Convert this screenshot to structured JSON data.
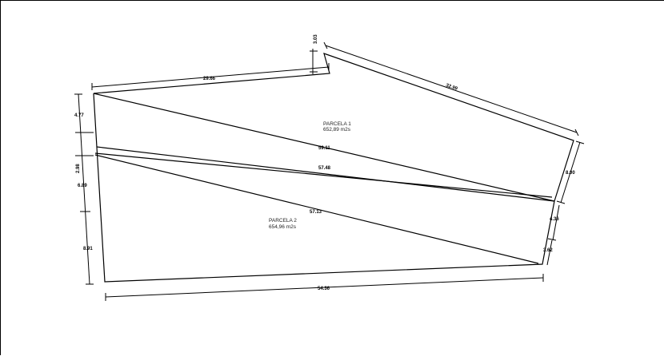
{
  "parcels": [
    {
      "name": "PARCELA 1",
      "area": "652,89 m2s"
    },
    {
      "name": "PARCELA 2",
      "area": "654,96 m2s"
    }
  ],
  "dimensions": {
    "top_left": "29.66",
    "notch": "3.03",
    "top_right": "32.99",
    "right_upper": "8.00",
    "right_middle": "4.36",
    "right_lower": "3.62",
    "bottom": "54.36",
    "left_1": "4.77",
    "left_2": "2.98",
    "left_3": "6.89",
    "left_4": "8.91",
    "diag_1": "59.11",
    "diag_2": "57.48",
    "diag_3": "57.13"
  }
}
